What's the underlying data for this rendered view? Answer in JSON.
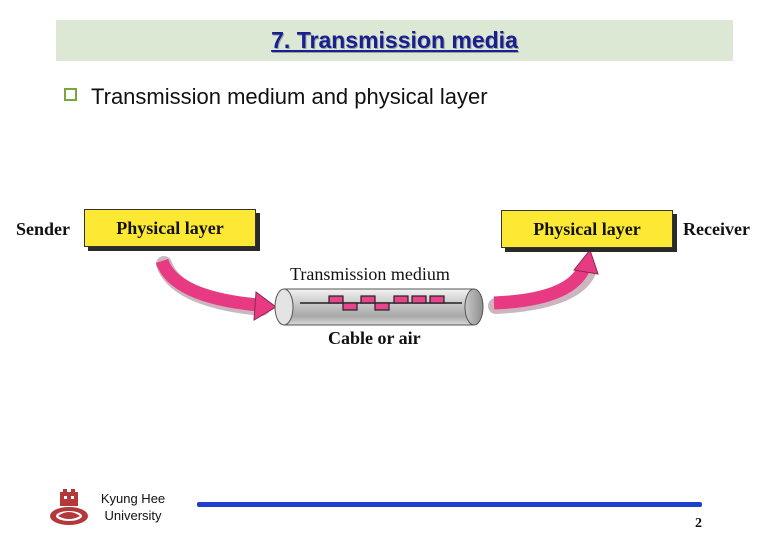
{
  "slide": {
    "title": "7. Transmission media",
    "bullet": "Transmission medium and physical layer",
    "page_number": "2"
  },
  "diagram": {
    "sender_label": "Sender",
    "receiver_label": "Receiver",
    "sender_layer": "Physical layer",
    "receiver_layer": "Physical layer",
    "medium_label": "Transmission medium",
    "cable_label": "Cable or air"
  },
  "footer": {
    "university_line1": "Kyung Hee",
    "university_line2": "University"
  },
  "colors": {
    "title_bar": "#dce8d3",
    "title_text": "#1a1f8f",
    "layer_box": "#fde934",
    "arrow": "#e83a82",
    "signal": "#e8458c",
    "footer_line": "#1f3fcf",
    "logo": "#b2383a"
  }
}
